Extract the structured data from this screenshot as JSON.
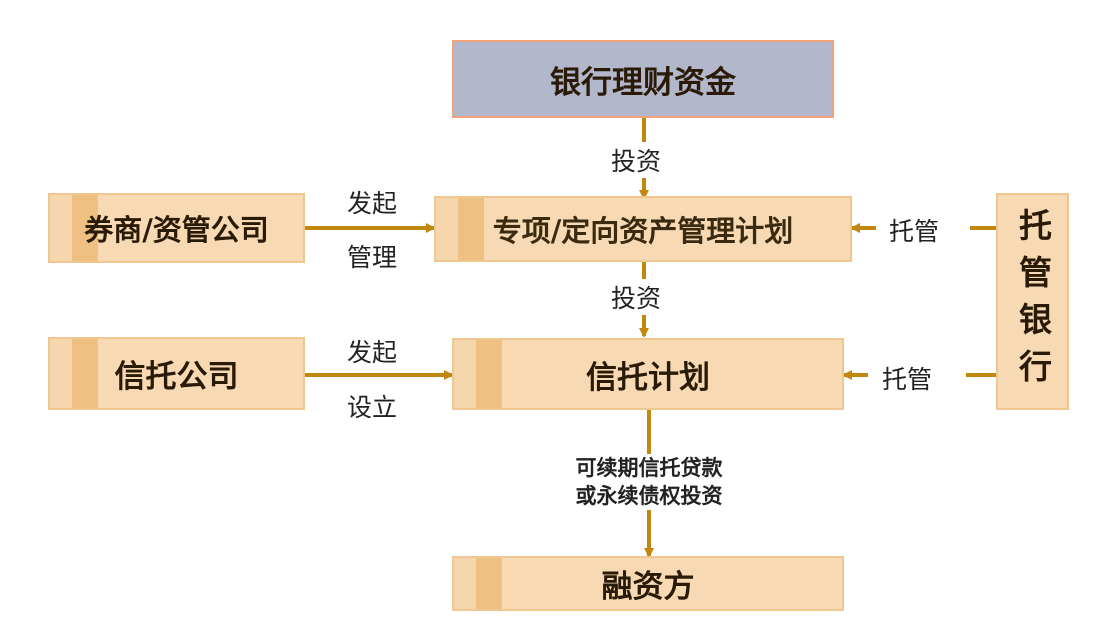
{
  "nodes": {
    "bank_funds": "银行理财资金",
    "securities": "券商/资管公司",
    "plan": "专项/定向资产管理计划",
    "trust_company": "信托公司",
    "trust_plan": "信托计划",
    "financing_party": "融资方",
    "custodian_bank": "托管银行"
  },
  "edges": {
    "invest_1": "投资",
    "initiate_1": "发起",
    "manage": "管理",
    "custody_1": "托管",
    "invest_2": "投资",
    "initiate_2": "发起",
    "establish": "设立",
    "custody_2": "托管",
    "loan_line1": "可续期信托贷款",
    "loan_line2": "或永续债权投资"
  },
  "colors": {
    "arrow": "#c2870f",
    "box_fill": "#f7dab3",
    "box_stripe": "#eec082",
    "top_box_fill": "#b3b7cb"
  }
}
